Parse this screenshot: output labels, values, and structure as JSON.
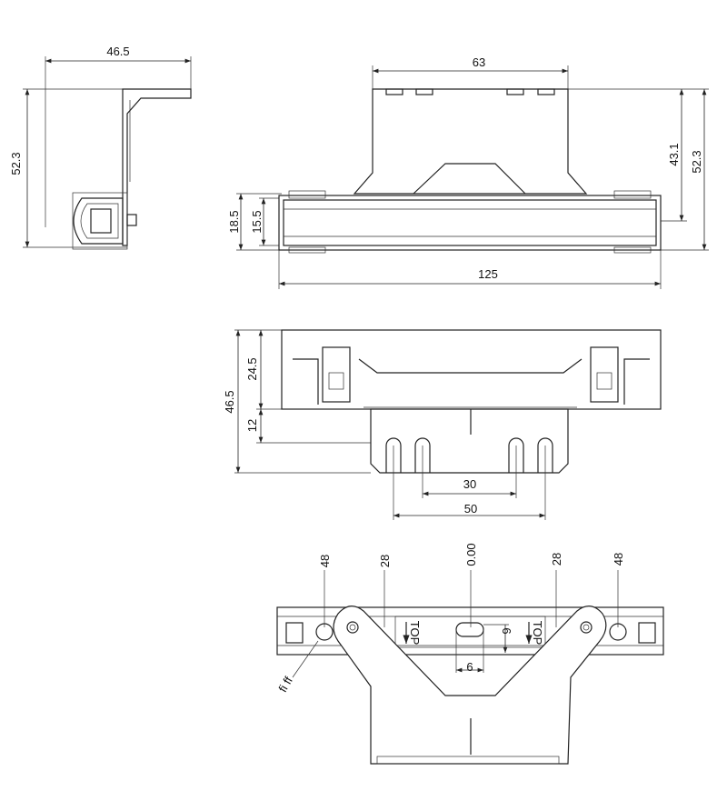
{
  "side_view": {
    "width": "46.5",
    "height": "52.3"
  },
  "front_view": {
    "top_width": "63",
    "top_height": "43.1",
    "total_height": "52.3",
    "outer_height": "18.5",
    "inner_height": "15.5",
    "length": "125"
  },
  "bottom_view": {
    "upper_height": "24.5",
    "total_height": "46.5",
    "lower_offset": "12",
    "inner_spacing": "30",
    "outer_spacing": "50"
  },
  "top_view": {
    "pos_left_outer": "48",
    "pos_left_inner": "28",
    "pos_center": "0.00",
    "pos_right_inner": "28",
    "pos_right_outer": "48",
    "slot_height": "6",
    "slot_width": "9",
    "marking_left": "TOP",
    "marking_right": "TOP",
    "note": "fi ff"
  }
}
